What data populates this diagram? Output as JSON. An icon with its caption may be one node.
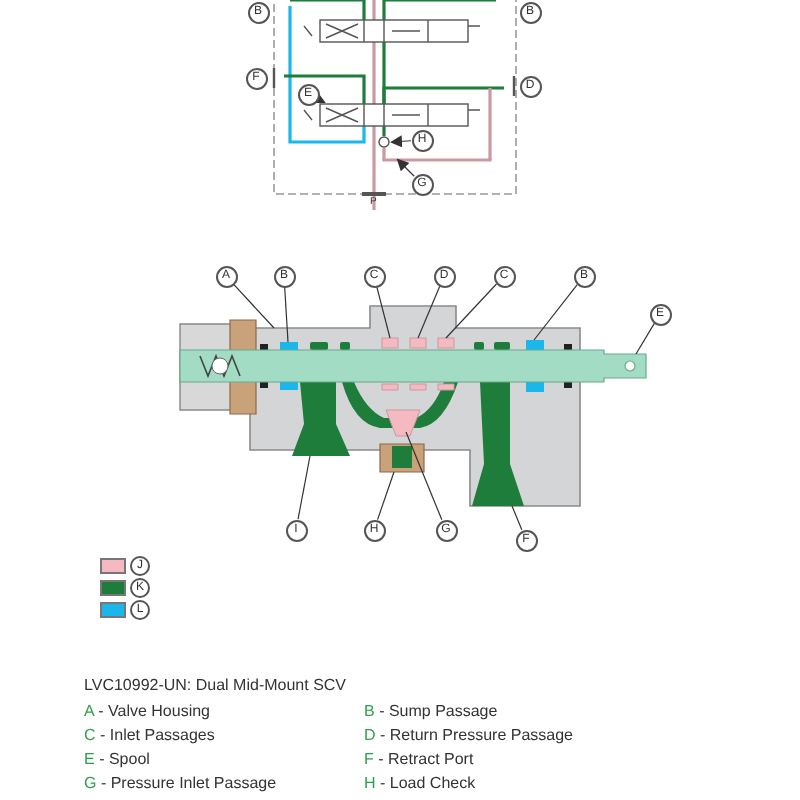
{
  "diagram": {
    "caption": "LVC10992-UN: Dual Mid-Mount SCV",
    "nodes": [
      {
        "text": [
          "B"
        ]
      },
      {
        "text": [
          "B"
        ]
      },
      {
        "text": [
          "F"
        ]
      },
      {
        "text": [
          "D"
        ]
      },
      {
        "text": [
          "E"
        ]
      },
      {
        "text": [
          "H"
        ]
      },
      {
        "text": [
          "G"
        ]
      },
      {
        "text": [],
        "shape": "box"
      },
      {
        "text": [],
        "shape": "circle"
      },
      {
        "text": [
          "A"
        ]
      },
      {
        "text": [
          "B"
        ]
      },
      {
        "text": [
          "C"
        ]
      },
      {
        "text": [
          "D"
        ]
      },
      {
        "text": [
          "C"
        ]
      },
      {
        "text": [
          "B"
        ]
      },
      {
        "text": [
          "E"
        ]
      },
      {
        "text": [],
        "shape": "box"
      },
      {
        "text": [],
        "shape": "box",
        "in": 16
      },
      {
        "text": [],
        "shape": "box",
        "in": 16
      },
      {
        "text": [],
        "shape": "box",
        "in": 16
      },
      {
        "text": [],
        "shape": "box",
        "in": 16
      },
      {
        "text": [],
        "shape": "box",
        "in": 16
      },
      {
        "text": [],
        "shape": "bar"
      },
      {
        "text": [],
        "shape": "box",
        "in": 16
      },
      {
        "text": [],
        "shape": "box"
      },
      {
        "text": [],
        "shape": "box",
        "in": 16
      },
      {
        "text": [],
        "shape": "box",
        "in": 16
      },
      {
        "text": [
          "I"
        ]
      },
      {
        "text": [
          "H"
        ]
      },
      {
        "text": [
          "G"
        ]
      },
      {
        "text": [
          "F"
        ]
      },
      {
        "text": [],
        "shape": "bar"
      }
    ],
    "edges": [
      {
        "from": 4,
        "to": 7,
        "arrow": "to"
      },
      {
        "from": 5,
        "to": 8,
        "arrow": "to"
      },
      {
        "from": 6,
        "to": 31,
        "arrow": "to"
      },
      {
        "from": 9,
        "to": 16,
        "arrow": "none"
      },
      {
        "from": 10,
        "to": 17,
        "arrow": "none"
      },
      {
        "from": 11,
        "to": 18,
        "arrow": "none"
      },
      {
        "from": 12,
        "to": 19,
        "arrow": "none"
      },
      {
        "from": 13,
        "to": 20,
        "arrow": "none"
      },
      {
        "from": 14,
        "to": 21,
        "arrow": "none"
      },
      {
        "from": 15,
        "to": 22,
        "arrow": "none"
      },
      {
        "from": 27,
        "to": 23,
        "arrow": "none"
      },
      {
        "from": 28,
        "to": 24,
        "arrow": "none"
      },
      {
        "from": 29,
        "to": 25,
        "arrow": "none"
      },
      {
        "from": 30,
        "to": 26,
        "arrow": "none"
      }
    ],
    "labels": [
      "P",
      "A - Valve Housing",
      "B - Sump Passage",
      "C - Inlet Passages",
      "D - Return Pressure Passage",
      "E - Spool",
      "F - Retract Port",
      "G - Pressure Inlet Passage",
      "H - Load Check"
    ],
    "legend": [
      {
        "text": "J",
        "color": "#f4b9c1"
      },
      {
        "text": "K",
        "color": "#1e7d3a"
      },
      {
        "text": "L",
        "color": "#1cb7ea"
      }
    ]
  }
}
